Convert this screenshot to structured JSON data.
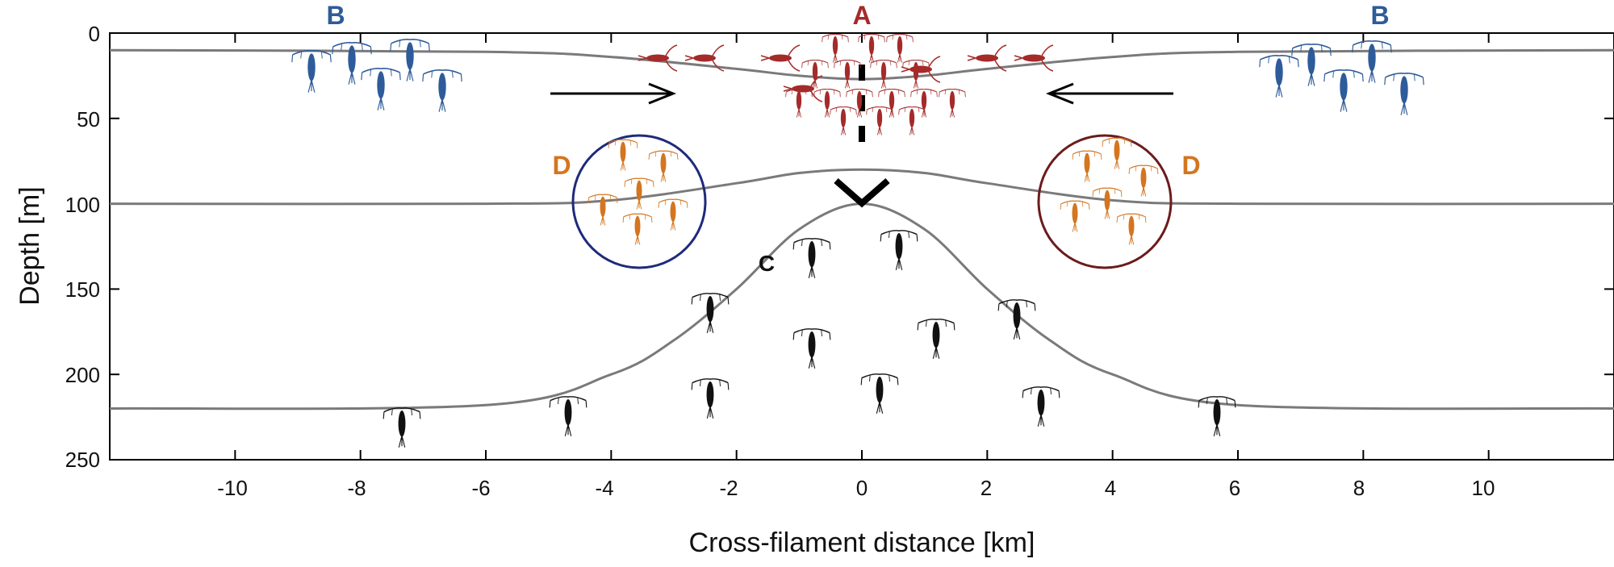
{
  "axes": {
    "xlabel": "Cross-filament distance [km]",
    "ylabel": "Depth [m]",
    "xticks": [
      "-10",
      "-8",
      "-6",
      "-4",
      "-2",
      "0",
      "2",
      "4",
      "6",
      "8",
      "10"
    ],
    "yticks": [
      "0",
      "50",
      "100",
      "150",
      "200",
      "250"
    ],
    "xlim": [
      -12,
      12
    ],
    "ylim": [
      0,
      250
    ]
  },
  "markers": {
    "a": "A",
    "b_left": "B",
    "b_right": "B",
    "c": "C",
    "d_left": "D",
    "d_right": "D"
  },
  "chart_data": {
    "type": "line",
    "xlabel": "Cross-filament distance [km]",
    "ylabel": "Depth [m]",
    "xlim": [
      -12,
      12
    ],
    "ylim": [
      0,
      250
    ],
    "y_inverted": true,
    "series": [
      {
        "x": [
          -12,
          -6,
          -4,
          -2,
          -1,
          0,
          1,
          2,
          4,
          6,
          12
        ],
        "values": [
          10,
          11,
          14,
          21,
          25,
          27,
          25,
          21,
          14,
          11,
          10
        ]
      },
      {
        "x": [
          -12,
          -6,
          -4,
          -2,
          -1,
          0,
          1,
          2,
          4,
          6,
          12
        ],
        "values": [
          100,
          100,
          98,
          88,
          82,
          80,
          82,
          88,
          98,
          100,
          100
        ]
      },
      {
        "x": [
          -12,
          -6,
          -4,
          -3,
          -2,
          -1,
          0,
          1,
          2,
          3,
          4,
          6,
          12
        ],
        "values": [
          220,
          218,
          200,
          180,
          150,
          115,
          100,
          115,
          150,
          180,
          200,
          218,
          220
        ]
      }
    ]
  },
  "colors": {
    "group_a": "#a52a2a",
    "group_b": "#2e5b9a",
    "group_c": "#111111",
    "group_d": "#d4751f",
    "circle_left": "#1f2a7a",
    "circle_right": "#6b1b1b",
    "isopycnal": "#7a7a7a"
  }
}
